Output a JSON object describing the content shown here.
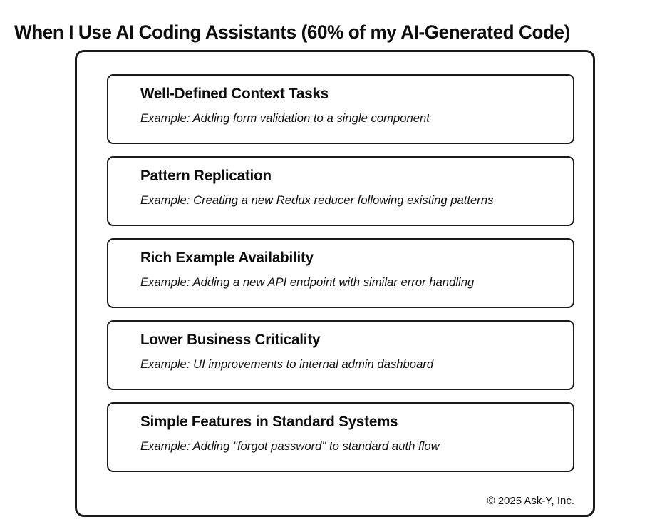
{
  "page": {
    "title": "When I Use AI Coding Assistants (60% of my AI-Generated Code)",
    "background_color": "#ffffff",
    "line_color": "#1a1a1a",
    "text_color": "#000000"
  },
  "frame": {
    "copyright": "© 2025 Ask-Y, Inc."
  },
  "cards": [
    {
      "heading": "Well-Defined Context Tasks",
      "example": "Example: Adding form validation to a single component"
    },
    {
      "heading": "Pattern Replication",
      "example": "Example: Creating a new Redux reducer following existing patterns"
    },
    {
      "heading": "Rich Example Availability",
      "example": "Example: Adding a new API endpoint with similar error handling"
    },
    {
      "heading": "Lower Business Criticality",
      "example": "Example: UI improvements to internal admin dashboard"
    },
    {
      "heading": "Simple Features in Standard Systems",
      "example": "Example: Adding \"forgot password\" to standard auth flow"
    }
  ]
}
